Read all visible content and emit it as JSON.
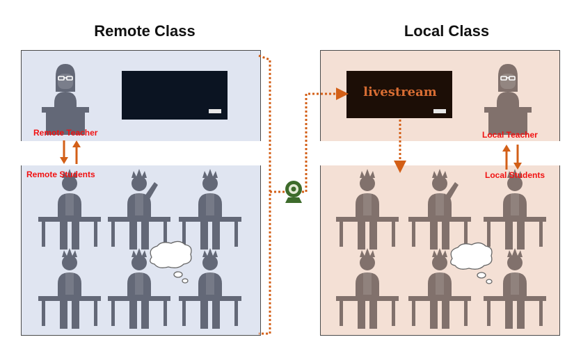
{
  "titles": {
    "remote": "Remote Class",
    "local": "Local Class"
  },
  "labels": {
    "remote_teacher": "Remote Teacher",
    "remote_students": "Remote Students",
    "local_teacher": "Local Teacher",
    "local_students": "Local Students"
  },
  "screen_text": "livestream",
  "icons": [
    "teacher-icon",
    "student-icon",
    "raised-hand-icon",
    "thought-bubble-icon",
    "webcam-icon",
    "blackboard-icon"
  ],
  "colors": {
    "remote_bg": "#e0e5f1",
    "local_bg": "#f4e0d5",
    "remote_figure": "#636877",
    "local_figure": "#81716c",
    "arrow": "#d35f17",
    "label": "#f11111",
    "webcam": "#3d6b2b"
  }
}
